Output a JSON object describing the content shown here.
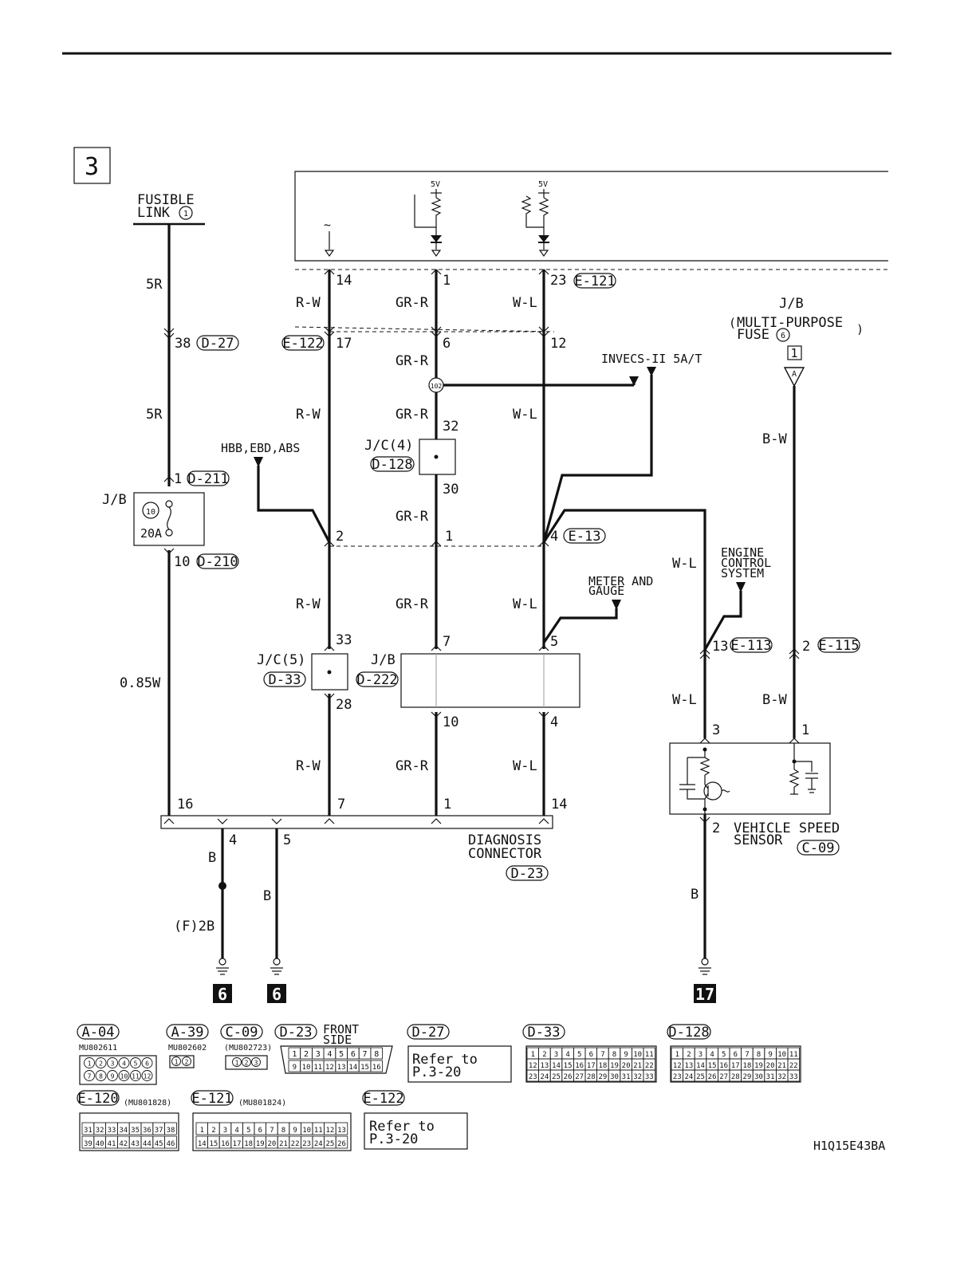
{
  "page": {
    "section_number": "3",
    "figure_code": "H1Q15E43BA"
  },
  "sources": {
    "fusible_link": {
      "line1": "FUSIBLE",
      "line2": "LINK",
      "num": "1"
    },
    "jb_fuse": {
      "line1": "J/B",
      "line2": "MULTI-PURPOSE",
      "line3": "FUSE",
      "num": "6",
      "link_num": "1",
      "term": "A"
    },
    "jb10": {
      "label": "J/B",
      "num": "10",
      "amp": "20A",
      "pin_in": "1",
      "conn_in": "D-211",
      "pin_out": "10",
      "conn_out": "D-210"
    },
    "ecu_volts": [
      "5V",
      "5V"
    ]
  },
  "wires": {
    "w_5r_a": "5R",
    "w_5r_b": "5R",
    "w_085w": "0.85W",
    "w_rw": [
      "R-W",
      "R-W",
      "R-W",
      "R-W"
    ],
    "w_grr": [
      "GR-R",
      "GR-R",
      "GR-R",
      "GR-R",
      "GR-R",
      "GR-R"
    ],
    "w_wl": [
      "W-L",
      "W-L",
      "W-L",
      "W-L",
      "W-L",
      "W-L",
      "W-L"
    ],
    "w_bw": [
      "B-W",
      "B-W"
    ],
    "w_b": [
      "B",
      "B",
      "B"
    ],
    "w_f2b": "(F)2B"
  },
  "connectors": {
    "d27": {
      "pin": "38",
      "conn": "D-27"
    },
    "e121_pins": {
      "p1": "14",
      "p2": "1",
      "p3": "23",
      "conn": "E-121"
    },
    "e122_pins": {
      "conn": "E-122",
      "p1": "17",
      "p2": "6",
      "p3": "12"
    },
    "splice": "102",
    "invecs": "INVECS-II 5A/T",
    "jc4": {
      "label": "J/C(4)",
      "conn": "D-128",
      "pin_in": "32",
      "pin_out": "30"
    },
    "hbb": "HBB,EBD,ABS",
    "e13": {
      "p1": "2",
      "p2": "1",
      "p3": "4",
      "conn": "E-13"
    },
    "meter": {
      "line1": "METER AND",
      "line2": "GAUGE"
    },
    "engine": {
      "line1": "ENGINE",
      "line2": "CONTROL",
      "line3": "SYSTEM"
    },
    "e113": {
      "pin": "13",
      "conn": "E-113"
    },
    "e115": {
      "pin": "2",
      "conn": "E-115"
    },
    "jc5": {
      "label": "J/C(5)",
      "conn": "D-33",
      "pin_in": "33",
      "pin_out": "28"
    },
    "jb222": {
      "label": "J/B",
      "conn": "D-222",
      "p_in1": "7",
      "p_in2": "5",
      "p_out1": "10",
      "p_out2": "4"
    },
    "diag": {
      "line1": "DIAGNOSIS",
      "line2": "CONNECTOR",
      "conn": "D-23",
      "pins_top": [
        "16",
        "7",
        "1",
        "14"
      ],
      "pins_bot": [
        "4",
        "5"
      ]
    },
    "vss": {
      "line1": "VEHICLE SPEED",
      "line2": "SENSOR",
      "conn": "C-09",
      "p3": "3",
      "p1": "1",
      "p2": "2"
    },
    "grounds": [
      "6",
      "6",
      "17"
    ]
  },
  "legend": {
    "a04": {
      "code": "A-04",
      "part": "MU802611",
      "top": [
        "1",
        "2",
        "3",
        "4",
        "5",
        "6"
      ],
      "bot": [
        "7",
        "8",
        "9",
        "10",
        "11",
        "12"
      ]
    },
    "a39": {
      "code": "A-39",
      "part": "MU802602",
      "pins": [
        "1",
        "2"
      ]
    },
    "c09": {
      "code": "C-09",
      "part": "(MU802723)",
      "pins": [
        "1",
        "2",
        "3"
      ]
    },
    "d23": {
      "code": "D-23",
      "note1": "FRONT",
      "note2": "SIDE",
      "top": [
        "1",
        "2",
        "3",
        "4",
        "5",
        "6",
        "7",
        "8"
      ],
      "bot": [
        "9",
        "10",
        "11",
        "12",
        "13",
        "14",
        "15",
        "16"
      ]
    },
    "d27": {
      "code": "D-27",
      "ref1": "Refer to",
      "ref2": "P.3-20"
    },
    "d33": {
      "code": "D-33",
      "rows": [
        [
          "1",
          "2",
          "3",
          "4",
          "5",
          "6",
          "7",
          "8",
          "9",
          "10",
          "11"
        ],
        [
          "12",
          "13",
          "14",
          "15",
          "16",
          "17",
          "18",
          "19",
          "20",
          "21",
          "22"
        ],
        [
          "23",
          "24",
          "25",
          "26",
          "27",
          "28",
          "29",
          "30",
          "31",
          "32",
          "33"
        ]
      ]
    },
    "d128": {
      "code": "D-128",
      "rows": [
        [
          "1",
          "2",
          "3",
          "4",
          "5",
          "6",
          "7",
          "8",
          "9",
          "10",
          "11"
        ],
        [
          "12",
          "13",
          "14",
          "15",
          "16",
          "17",
          "18",
          "19",
          "20",
          "21",
          "22"
        ],
        [
          "23",
          "24",
          "25",
          "26",
          "27",
          "28",
          "29",
          "30",
          "31",
          "32",
          "33"
        ]
      ]
    },
    "e120": {
      "code": "E-120",
      "part": "(MU801828)",
      "top": [
        "31",
        "32",
        "33",
        "34",
        "35",
        "36",
        "37",
        "38"
      ],
      "bot": [
        "39",
        "40",
        "41",
        "42",
        "43",
        "44",
        "45",
        "46"
      ]
    },
    "e121": {
      "code": "E-121",
      "part": "(MU801824)",
      "top": [
        "1",
        "2",
        "3",
        "4",
        "5",
        "6",
        "7",
        "8",
        "9",
        "10",
        "11",
        "12",
        "13"
      ],
      "bot": [
        "14",
        "15",
        "16",
        "17",
        "18",
        "19",
        "20",
        "21",
        "22",
        "23",
        "24",
        "25",
        "26"
      ]
    },
    "e122": {
      "code": "E-122",
      "ref1": "Refer to",
      "ref2": "P.3-20"
    }
  }
}
